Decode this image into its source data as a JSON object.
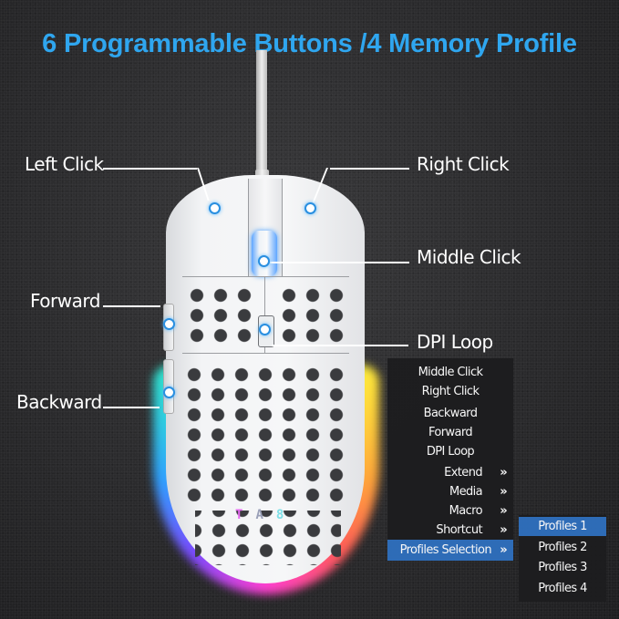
{
  "title": "6 Programmable Buttons /4 Memory Profile",
  "colors": {
    "title": "#2fa6ef",
    "highlight": "#2f6fbd",
    "menu_bg": "#1d1d1f",
    "callout_dot_ring": "#2a8fe0"
  },
  "callouts": {
    "left_click": "Left Click",
    "right_click": "Right Click",
    "middle_click": "Middle Click",
    "forward": "Forward",
    "dpi_loop": "DPI Loop",
    "backward": "Backward"
  },
  "mouse": {
    "logo_letters": [
      "T",
      "A",
      "8"
    ]
  },
  "menu": {
    "items": [
      {
        "label": "Middle Click",
        "has_submenu": false
      },
      {
        "label": "Right Click",
        "has_submenu": false
      },
      {
        "label": "Backward",
        "has_submenu": false
      },
      {
        "label": "Forward",
        "has_submenu": false
      },
      {
        "label": "DPI Loop",
        "has_submenu": false
      },
      {
        "label": "Extend",
        "has_submenu": true,
        "chevron": "»"
      },
      {
        "label": "Media",
        "has_submenu": true,
        "chevron": "»"
      },
      {
        "label": "Macro",
        "has_submenu": true,
        "chevron": "»"
      },
      {
        "label": "Shortcut",
        "has_submenu": true,
        "chevron": "»"
      },
      {
        "label": "Profiles Selection",
        "has_submenu": true,
        "chevron": "»",
        "selected": true
      }
    ]
  },
  "submenu": {
    "items": [
      {
        "label": "Profiles 1",
        "selected": true
      },
      {
        "label": "Profiles 2"
      },
      {
        "label": "Profiles 3"
      },
      {
        "label": "Profiles 4"
      }
    ]
  }
}
